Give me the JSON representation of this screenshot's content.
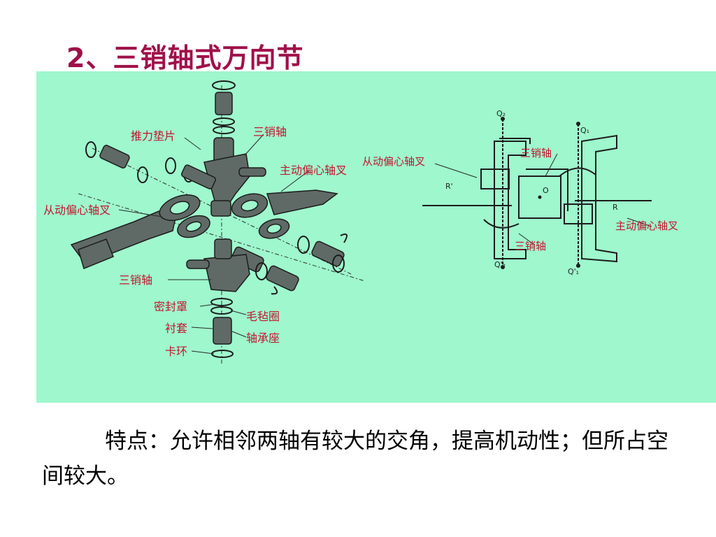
{
  "slide": {
    "title": "2、三销轴式万向节",
    "description": "特点：允许相邻两轴有较大的交角，提高机动性；但所占空间较大。"
  },
  "left_diagram": {
    "labels": {
      "thrust_washer": "推力垫片",
      "tripod_shaft_top": "三销轴",
      "driving_yoke": "主动偏心轴叉",
      "driven_yoke": "从动偏心轴叉",
      "tripod_shaft_bottom": "三销轴",
      "seal_cover": "密封罩",
      "felt_ring": "毛毡圈",
      "bushing": "衬套",
      "bearing_seat": "轴承座",
      "snap_ring": "卡环"
    }
  },
  "right_diagram": {
    "labels": {
      "driven_yoke": "从动偏心轴叉",
      "tripod_shaft_top": "三销轴",
      "driving_yoke": "主动偏心轴叉",
      "tripod_shaft_bottom": "三销轴"
    },
    "symbols": {
      "q2": "Q₂",
      "q1": "Q₁",
      "q2_prime": "Q'₂",
      "q1_prime": "Q'₁",
      "r_prime": "R'",
      "r": "R",
      "o": "O"
    }
  }
}
